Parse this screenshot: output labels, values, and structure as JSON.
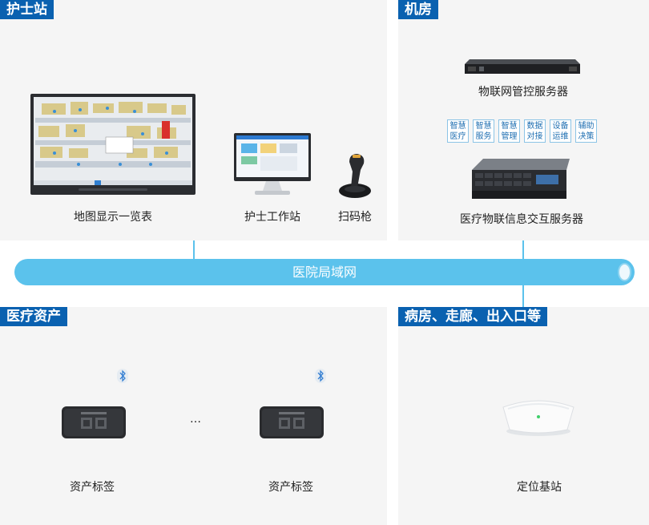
{
  "sections": {
    "nurse_station": "护士站",
    "machine_room": "机房",
    "medical_assets": "医疗资产",
    "wards": "病房、走廊、出入口等"
  },
  "devices": {
    "map_display": "地图显示一览表",
    "nurse_workstation": "护士工作站",
    "scanner": "扫码枪",
    "iot_server": "物联网管控服务器",
    "exchange_server": "医疗物联信息交互服务器",
    "asset_tag_1": "资产标签",
    "asset_tag_2": "资产标签",
    "ellipsis": "…",
    "base_station": "定位基站"
  },
  "network": "医院局域网",
  "services": [
    {
      "line1": "智慧",
      "line2": "医疗"
    },
    {
      "line1": "智慧",
      "line2": "服务"
    },
    {
      "line1": "智慧",
      "line2": "管理"
    },
    {
      "line1": "数据",
      "line2": "对接"
    },
    {
      "line1": "设备",
      "line2": "运维"
    },
    {
      "line1": "辅助",
      "line2": "决策"
    }
  ],
  "icons": [
    "monitor-icon",
    "workstation-icon",
    "barcode-scanner-icon",
    "rack-server-icon",
    "tower-server-icon",
    "bluetooth-icon",
    "asset-tag-icon",
    "base-station-icon"
  ]
}
